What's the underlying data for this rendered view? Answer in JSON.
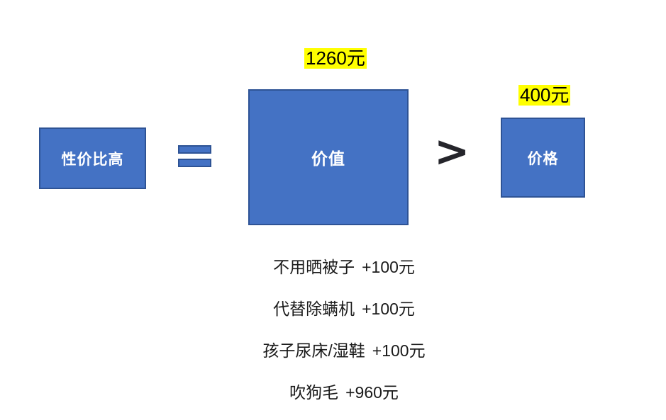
{
  "diagram": {
    "boxes": {
      "ratio": {
        "label": "性价比高"
      },
      "value": {
        "label": "价值"
      },
      "price": {
        "label": "价格"
      }
    },
    "operators": {
      "equals": "=",
      "greater_than": ">"
    },
    "callouts": {
      "value_total": "1260元",
      "price_total": "400元"
    },
    "breakdown": [
      {
        "label": "不用晒被子",
        "amount": "+100元"
      },
      {
        "label": "代替除螨机",
        "amount": "+100元"
      },
      {
        "label": "孩子尿床/湿鞋",
        "amount": "+100元"
      },
      {
        "label": "吹狗毛",
        "amount": "+960元"
      }
    ],
    "colors": {
      "box_fill": "#4472C4",
      "box_border": "#2E5395",
      "highlight": "#FFFF00",
      "operator": "#25252B",
      "background": "#FFFFFF",
      "box_text": "#FFFFFF",
      "body_text": "#1A1A1A"
    }
  }
}
